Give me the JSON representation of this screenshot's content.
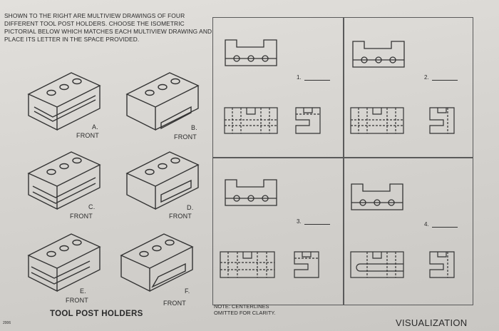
{
  "instructions": "SHOWN TO THE RIGHT ARE MULTIVIEW DRAWINGS OF FOUR DIFFERENT TOOL POST HOLDERS. CHOOSE THE ISOMETRIC PICTORIAL BELOW WHICH MATCHES EACH MULTIVIEW DRAWING AND PLACE ITS LETTER IN THE SPACE PROVIDED.",
  "pictorials": {
    "a": {
      "letter": "A.",
      "front": "FRONT"
    },
    "b": {
      "letter": "B.",
      "front": "FRONT"
    },
    "c": {
      "letter": "C.",
      "front": "FRONT"
    },
    "d": {
      "letter": "D.",
      "front": "FRONT"
    },
    "e": {
      "letter": "E.",
      "front": "FRONT"
    },
    "f": {
      "letter": "F.",
      "front": "FRONT"
    }
  },
  "caption": "TOOL POST HOLDERS",
  "answers": {
    "one": "1.",
    "two": "2.",
    "three": "3.",
    "four": "4."
  },
  "note": {
    "line1": "NOTE: CENTERLINES",
    "line2": "OMITTED FOR CLARITY."
  },
  "footer": {
    "visualization": "VISUALIZATION",
    "page_mark": "2006"
  }
}
